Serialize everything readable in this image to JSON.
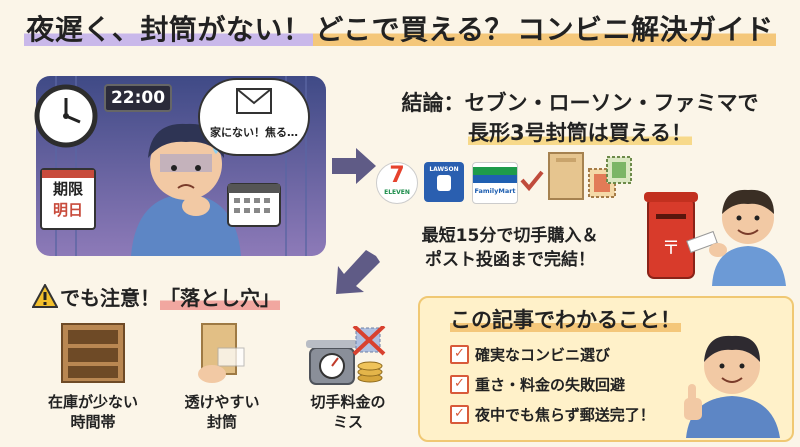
{
  "title": {
    "part1": "夜遅く、封筒がない！",
    "part2": "どこで買える？",
    "part3": "コンビニ解決ガイド"
  },
  "scene": {
    "time": "22:00",
    "deadline_line1": "期限",
    "deadline_line2": "明日",
    "thought": "家にない！焦る…"
  },
  "conclusion": {
    "line1": "結論：セブン・ローソン・ファミマで",
    "line2": "長形3号封筒は買える！"
  },
  "stores": {
    "seven_label": "ELEVEN",
    "lawson_label": "LAWSON",
    "familymart_label": "FamilyMart"
  },
  "fast": {
    "line1": "最短15分で切手購入＆",
    "line2": "ポスト投函まで完結！"
  },
  "warning": {
    "prefix": "でも注意！",
    "quote": "「落とし穴」"
  },
  "pitfalls": [
    {
      "line1": "在庫が少ない",
      "line2": "時間帯"
    },
    {
      "line1": "透けやすい",
      "line2": "封筒"
    },
    {
      "line1": "切手料金の",
      "line2": "ミス"
    }
  ],
  "summary": {
    "title": "この記事でわかること！",
    "items": [
      "確実なコンビニ選び",
      "重さ・料金の失敗回避",
      "夜中でも焦らず郵送完了！"
    ]
  },
  "colors": {
    "accent_purple": "#c9b8ea",
    "accent_orange": "#f4c77a",
    "check_red": "#d85a3a"
  }
}
